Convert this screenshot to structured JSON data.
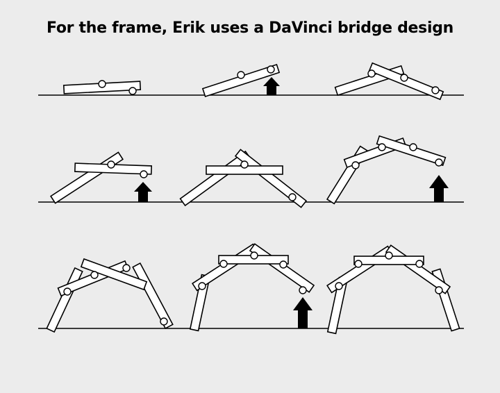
{
  "title": "For the frame, Erik uses a DaVinci bridge design",
  "diagram": {
    "description_steps": 9,
    "rows": 3,
    "colors": {
      "background": "#ececec",
      "plank": "#ffffff",
      "stroke": "#000000",
      "arrow": "#000000"
    },
    "icons": [
      "push-up-arrow-icon"
    ]
  }
}
